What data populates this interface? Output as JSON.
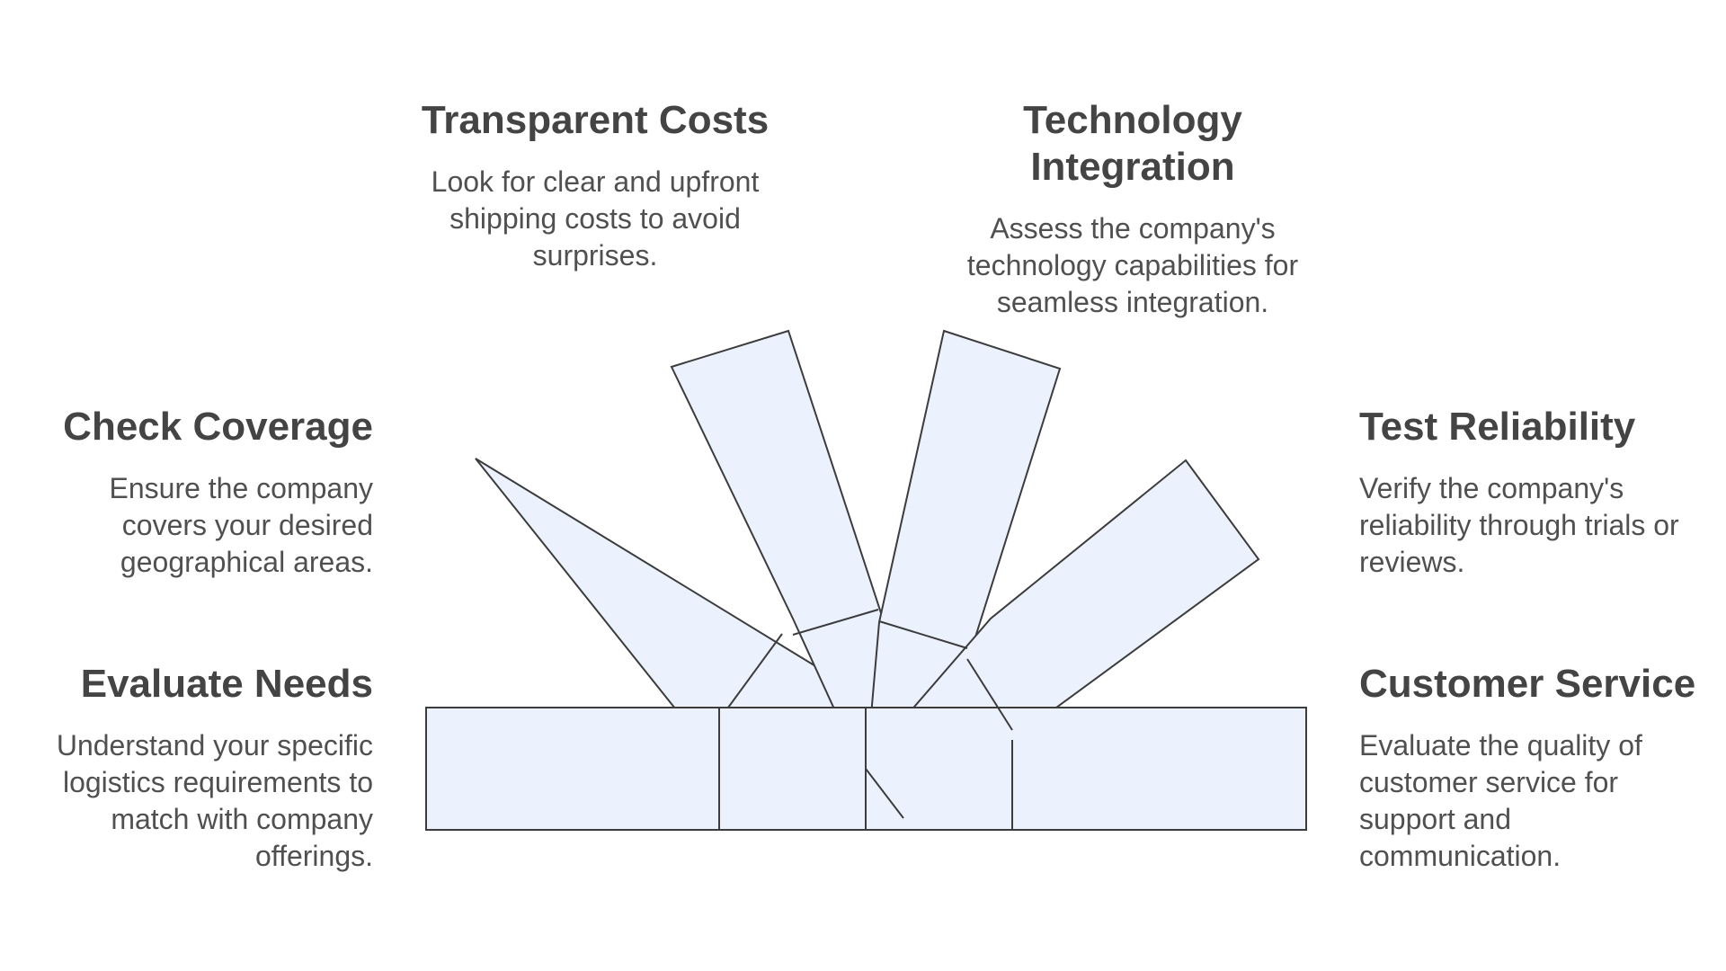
{
  "colors": {
    "plank_fill": "#ebf2fe",
    "plank_stroke": "#3c3c3c",
    "title_text": "#444444",
    "body_text": "#505050"
  },
  "items": [
    {
      "id": "transparent-costs",
      "title": "Transparent Costs",
      "description": "Look for clear and upfront shipping costs to avoid surprises."
    },
    {
      "id": "technology-integration",
      "title": "Technology Integration",
      "description": "Assess the company's technology capabilities for seamless integration."
    },
    {
      "id": "check-coverage",
      "title": "Check Coverage",
      "description": "Ensure the company covers your desired geographical areas."
    },
    {
      "id": "test-reliability",
      "title": "Test Reliability",
      "description": "Verify the company's reliability through trials or reviews."
    },
    {
      "id": "evaluate-needs",
      "title": "Evaluate Needs",
      "description": "Understand your specific logistics requirements to match with company offerings."
    },
    {
      "id": "customer-service",
      "title": "Customer Service",
      "description": "Evaluate the quality of customer service for support and communication."
    }
  ]
}
